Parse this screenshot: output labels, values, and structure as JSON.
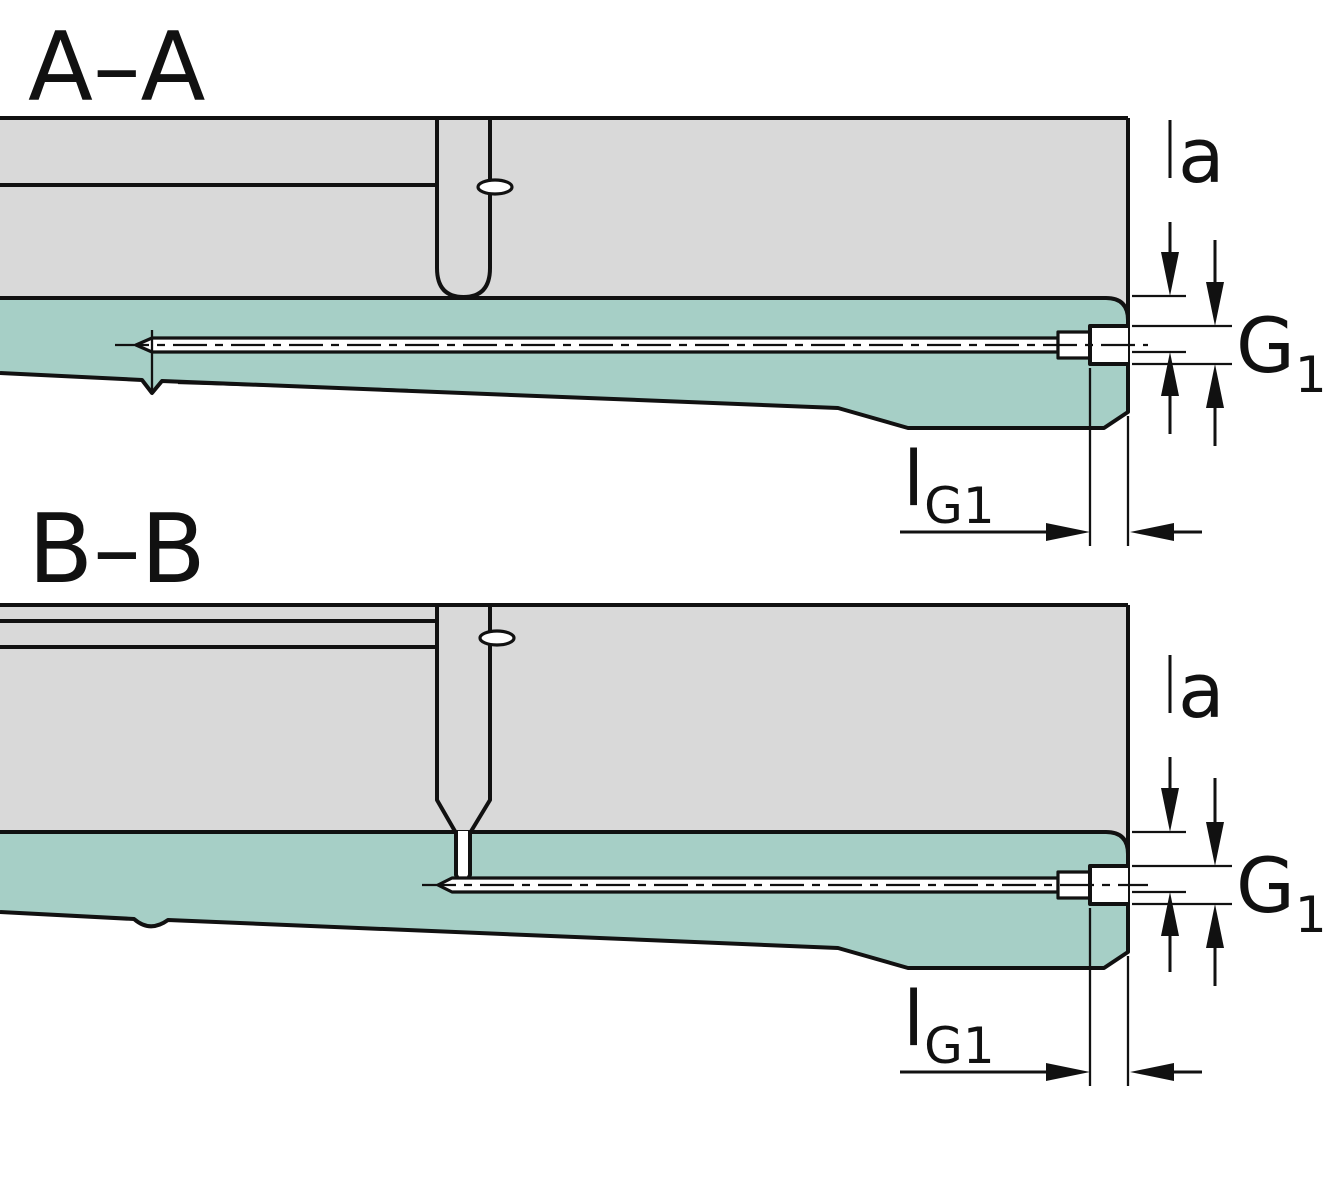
{
  "colors": {
    "background": "#ffffff",
    "gray": "#d9d9d9",
    "teal": "#a6cfc6",
    "white": "#ffffff",
    "outline": "#111111"
  },
  "views": {
    "a": {
      "title": "A–A",
      "dim_a": "a",
      "dim_g_base": "G",
      "dim_g_sub": "1",
      "dim_l_base": "l",
      "dim_l_sub": "G1"
    },
    "b": {
      "title": "B–B",
      "dim_a": "a",
      "dim_g_base": "G",
      "dim_g_sub": "1",
      "dim_l_base": "l",
      "dim_l_sub": "G1"
    }
  }
}
